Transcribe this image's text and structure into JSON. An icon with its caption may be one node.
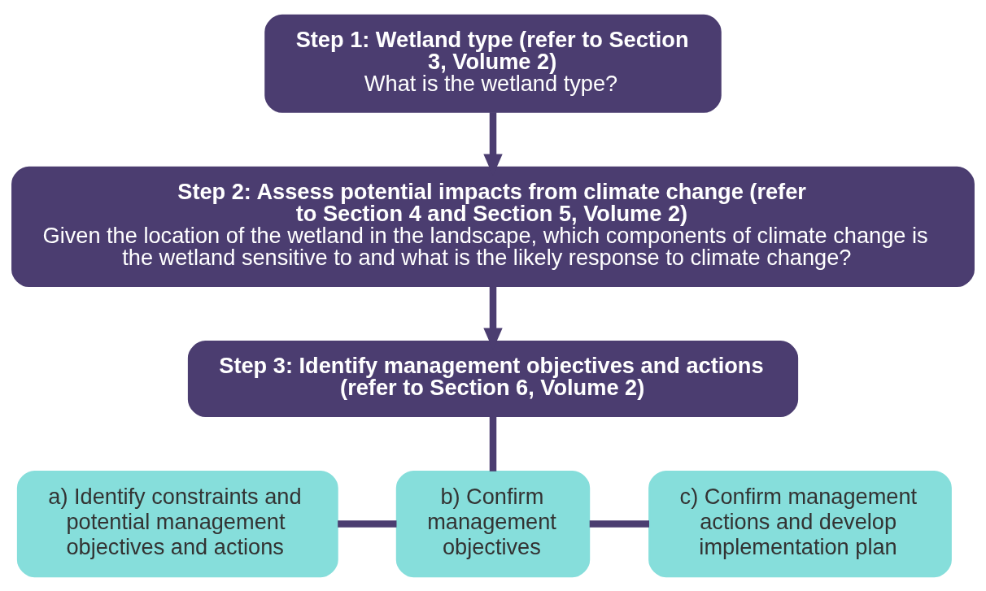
{
  "diagram": {
    "nodes": [
      {
        "text": [
          "Step 1: Wetland type (refer to Section 3, Volume 2)",
          "What is the wetland type?"
        ]
      },
      {
        "text": [
          "Step 2: Assess potential impacts from climate change (refer to Section 4 and Section 5, Volume 2)",
          "Given the location of the wetland in the landscape, which components of climate change is the wetland sensitive to and what is the likely response to climate change?"
        ]
      },
      {
        "text": [
          "Step 3: Identify management objectives and actions (refer to Section 6, Volume 2)"
        ]
      },
      {
        "text": [
          "a) Identify constraints and potential management objectives and actions"
        ]
      },
      {
        "text": [
          "b) Confirm management objectives"
        ]
      },
      {
        "text": [
          "c) Confirm management actions and develop implementation plan"
        ]
      }
    ],
    "edges": [
      {
        "from": 0,
        "to": 1,
        "arrow": "to"
      },
      {
        "from": 1,
        "to": 2,
        "arrow": "to"
      },
      {
        "from": 2,
        "to": 4,
        "arrow": "none"
      },
      {
        "from": 3,
        "to": 4,
        "arrow": "none"
      },
      {
        "from": 4,
        "to": 5,
        "arrow": "none"
      }
    ]
  }
}
